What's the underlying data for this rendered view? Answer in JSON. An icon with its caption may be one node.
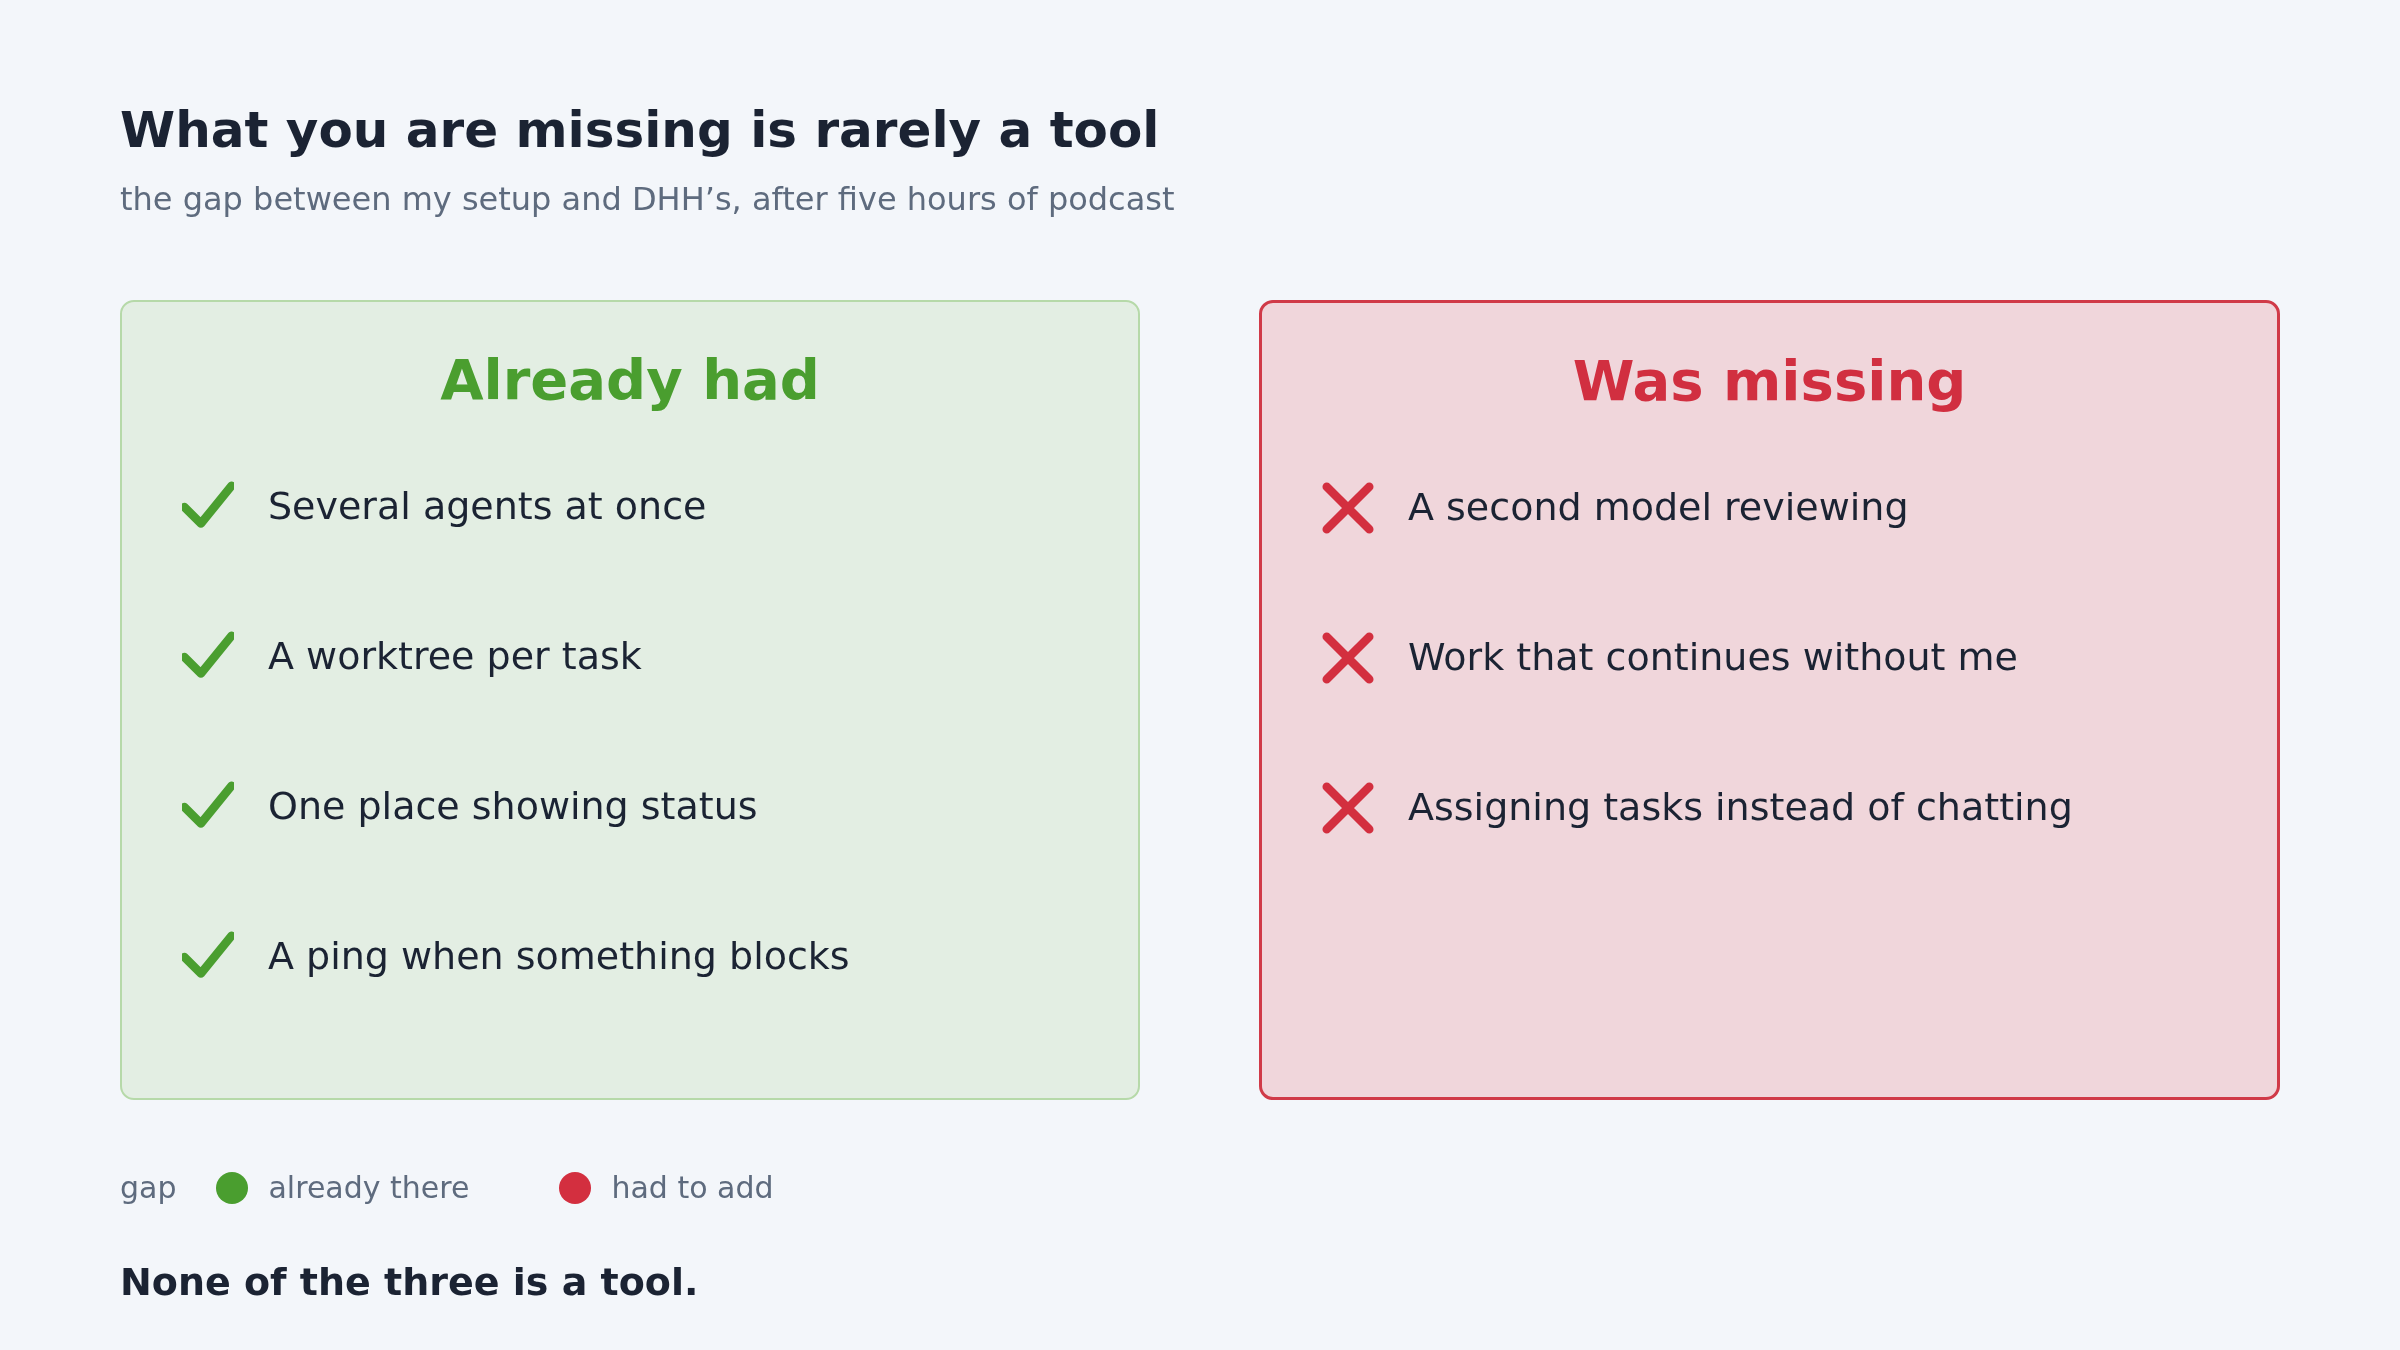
{
  "diagram": {
    "title": "What you are missing is rarely a tool",
    "caption": "None of the three is a tool.",
    "nodes": [
      {
        "text": [
          "Already had",
          "Several agents at once",
          "A worktree per task",
          "One place showing status",
          "A ping when something blocks"
        ]
      },
      {
        "text": [
          "Was missing",
          "A second model reviewing",
          "Work that continues without me",
          "Assigning tasks instead of chatting"
        ]
      }
    ],
    "edges": [],
    "labels": [
      "the gap between my setup and DHH’s, after five hours of podcast",
      "gap"
    ],
    "legend": [
      {
        "text": "already there",
        "color": "#4a9e2f"
      },
      {
        "text": "had to add",
        "color": "#d32f3f"
      }
    ]
  }
}
